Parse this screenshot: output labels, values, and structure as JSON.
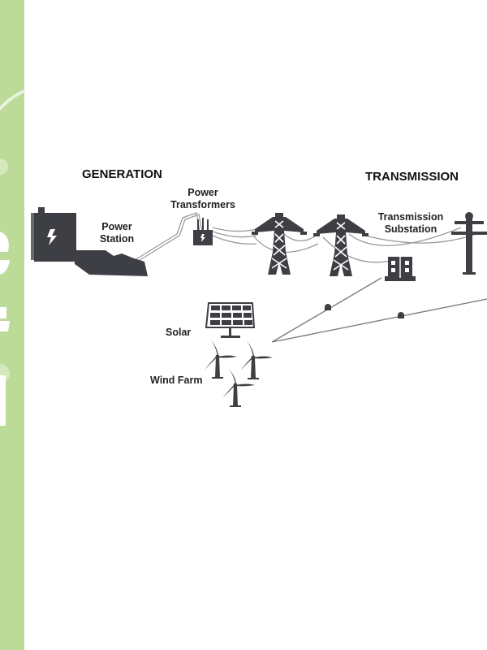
{
  "diagram": {
    "headings": {
      "generation": "GENERATION",
      "transmission": "TRANSMISSION"
    },
    "labels": {
      "power_station": [
        "Power",
        "Station"
      ],
      "power_transformers": [
        "Power",
        "Transformers"
      ],
      "transmission_substation": [
        "Transmission",
        "Substation"
      ],
      "solar": "Solar",
      "wind_farm": "Wind Farm"
    },
    "colors": {
      "sidebar_green": "#bcda98",
      "icon_dark": "#3d3f44",
      "wire_gray": "#8a8a8a"
    }
  }
}
